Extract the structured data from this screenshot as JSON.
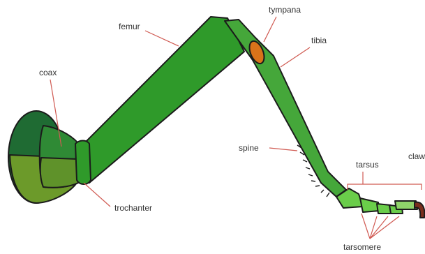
{
  "labels": {
    "coax": "coax",
    "femur": "femur",
    "tympana": "tympana",
    "tibia": "tibia",
    "spine": "spine",
    "tarsus": "tarsus",
    "claw": "claw",
    "trochanter": "trochanter",
    "tarsomere": "tarsomere"
  },
  "colors": {
    "coxa_dark": "#1f6b33",
    "coxa_light": "#6c9a2a",
    "femur": "#2f9a2a",
    "tibia": "#45a73a",
    "tarsus": "#6acd4a",
    "tympana": "#d9731a",
    "claw": "#7a2f1d",
    "leader": "#d05a52"
  }
}
